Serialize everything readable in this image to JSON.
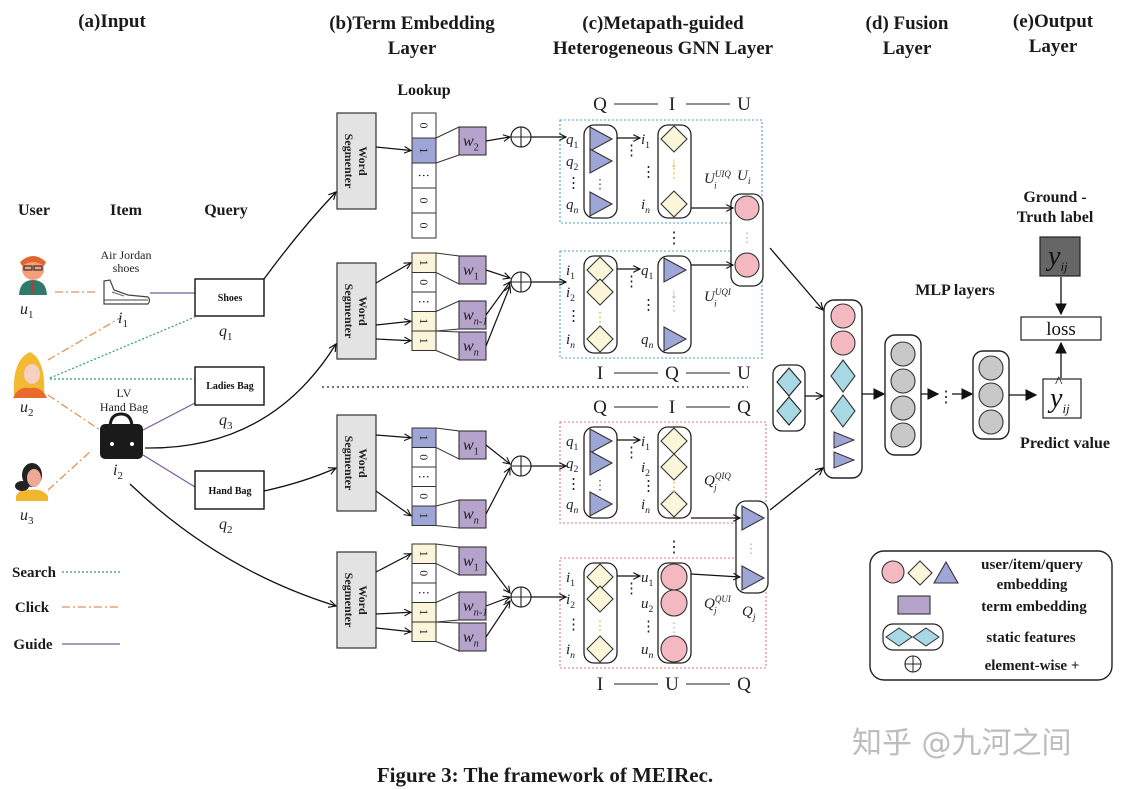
{
  "sections": {
    "input": "(a)Input",
    "term_embedding": [
      "(b)Term Embedding",
      "Layer"
    ],
    "gnn": [
      "(c)Metapath-guided",
      "Heterogeneous GNN Layer"
    ],
    "fusion": [
      "(d) Fusion",
      "Layer"
    ],
    "output": [
      "(e)Output",
      "Layer"
    ]
  },
  "input": {
    "col_user": "User",
    "col_item": "Item",
    "col_query": "Query",
    "users": [
      "u1",
      "u2",
      "u3"
    ],
    "items": [
      {
        "id": "i1",
        "name": [
          "Air Jordan",
          "shoes"
        ]
      },
      {
        "id": "i2",
        "name": [
          "LV",
          "Hand Bag"
        ]
      }
    ],
    "queries": [
      {
        "id": "q1",
        "label": "Shoes"
      },
      {
        "id": "q3",
        "label": "Ladies Bag"
      },
      {
        "id": "q2",
        "label": "Hand Bag"
      }
    ],
    "legend": {
      "search": "Search",
      "click": "Click",
      "guide": "Guide"
    },
    "colors": {
      "search": "#2e9e6a",
      "click": "#e0955a",
      "guide": "#7a5a9e"
    }
  },
  "term_embedding": {
    "lookup_label": "Lookup",
    "segmenter_label": [
      "Word",
      "Segmenter"
    ],
    "blocks": [
      {
        "cells": [
          "0",
          "1",
          "⋮",
          "0",
          "0"
        ],
        "terms": [
          "w2"
        ]
      },
      {
        "cells": [
          "1",
          "0",
          "⋮",
          "1",
          "1"
        ],
        "terms": [
          "w1",
          "wn-1",
          "wn"
        ]
      },
      {
        "cells": [
          "1",
          "0",
          "⋮",
          "0",
          "1"
        ],
        "terms": [
          "w1",
          "wn"
        ]
      },
      {
        "cells": [
          "1",
          "0",
          "⋮",
          "1",
          "1"
        ],
        "terms": [
          "w1",
          "wn-1",
          "wn"
        ]
      }
    ]
  },
  "gnn": {
    "metapaths": [
      {
        "label": [
          "Q",
          "I",
          "U"
        ],
        "left": [
          "q1",
          "q2",
          "⋮",
          "qn"
        ],
        "right": [
          "i1",
          "⋮",
          "in"
        ],
        "agg": "Ui^UIQ"
      },
      {
        "label": [
          "I",
          "Q",
          "U"
        ],
        "left": [
          "i1",
          "i2",
          "⋮",
          "in"
        ],
        "right": [
          "q1",
          "⋮",
          "qn"
        ],
        "agg": "Ui^UQI"
      },
      {
        "label": [
          "Q",
          "I",
          "Q"
        ],
        "left": [
          "q1",
          "q2",
          "⋮",
          "qn"
        ],
        "right": [
          "i1",
          "i2",
          "⋮",
          "in"
        ],
        "agg": "Qj^QIQ"
      },
      {
        "label": [
          "I",
          "U",
          "Q"
        ],
        "left": [
          "i1",
          "i2",
          "⋮",
          "in"
        ],
        "right": [
          "u1",
          "u2",
          "⋮",
          "un"
        ],
        "agg": "Qj^QUI"
      }
    ],
    "user_node": "Ui",
    "query_node": "Qj"
  },
  "output": {
    "mlp_label": "MLP layers",
    "ground_truth_label": [
      "Ground -",
      "Truth label"
    ],
    "ground_truth_symbol": "y",
    "subscript": "ij",
    "loss_label": "loss",
    "predict_label": "Predict value"
  },
  "legend": {
    "uiq": [
      "user/item/query",
      "embedding"
    ],
    "term": "term embedding",
    "static": "static features",
    "elementwise": "element-wise +"
  },
  "caption": "Figure 3: The framework of MEIRec.",
  "watermark": "知乎 @九河之间",
  "colors": {
    "user": "#f4b8c0",
    "item": "#fbf6d9",
    "query": "#9da6d6",
    "term": "#b5a3cc",
    "static": "#a8d8e4",
    "mlp": "#c8c8c8",
    "segmenter": "#e3e3e3",
    "blue_box": "#4aa3c9",
    "red_box": "#e07a86"
  }
}
